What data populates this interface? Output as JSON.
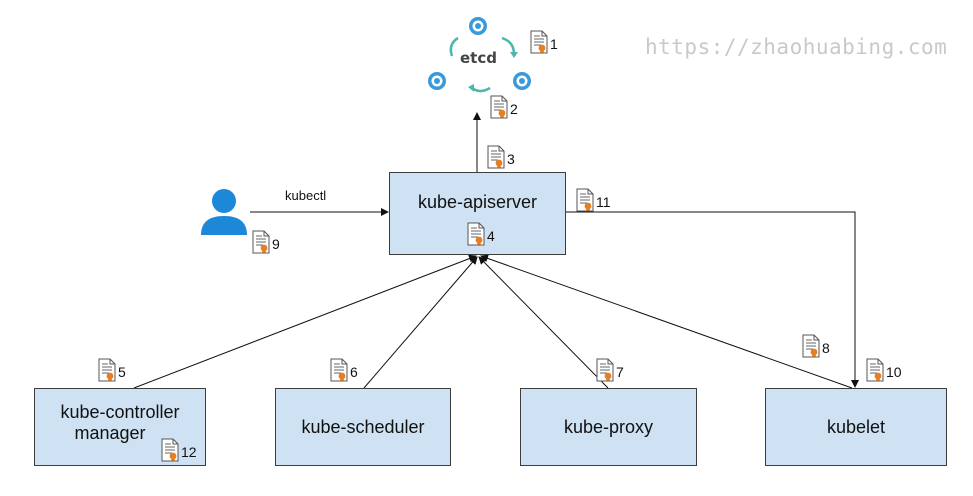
{
  "watermark": "https://zhaohuabing.com",
  "etcd": {
    "label": "etcd"
  },
  "nodes": {
    "apiserver": "kube-apiserver",
    "controller_line1": "kube-controller",
    "controller_line2": "manager",
    "scheduler": "kube-scheduler",
    "proxy": "kube-proxy",
    "kubelet": "kubelet"
  },
  "edges": {
    "kubectl_label": "kubectl"
  },
  "certificates": [
    "1",
    "2",
    "3",
    "4",
    "5",
    "6",
    "7",
    "8",
    "9",
    "10",
    "11",
    "12"
  ],
  "colors": {
    "box_fill": "#cfe2f3",
    "box_border": "#3d3d3d",
    "user_icon": "#1e88d8",
    "etcd_icon": "#3a9ad9",
    "etcd_cycle_arrow": "#4db6ac",
    "cert_seal": "#e67e22"
  },
  "icons": [
    "user-icon",
    "etcd-node-icon",
    "certificate-icon",
    "cycle-arrow-icon"
  ]
}
